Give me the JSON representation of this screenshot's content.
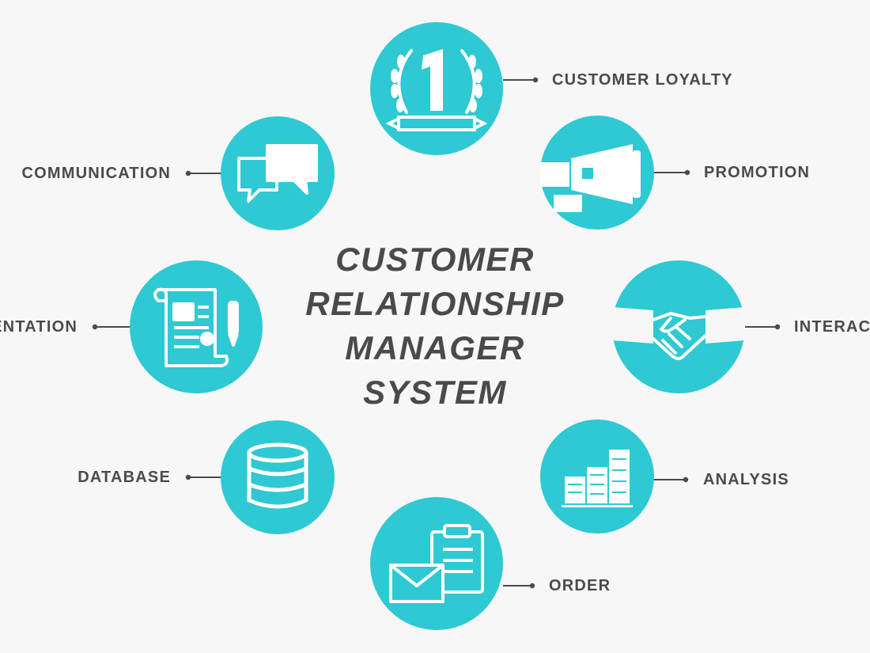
{
  "title": {
    "lines": [
      "CUSTOMER",
      "RELATIONSHIP",
      "MANAGER",
      "SYSTEM"
    ]
  },
  "accent_color": "#2ec9d2",
  "connector_color": "#4a4a4a",
  "nodes": [
    {
      "label": "CUSTOMER LOYALTY",
      "icon": "laurel-number-one-icon"
    },
    {
      "label": "PROMOTION",
      "icon": "megaphone-icon"
    },
    {
      "label": "INTERACTION",
      "icon": "handshake-icon"
    },
    {
      "label": "ANALYSIS",
      "icon": "bar-chart-icon"
    },
    {
      "label": "ORDER",
      "icon": "envelope-clipboard-icon"
    },
    {
      "label": "DATABASE",
      "icon": "database-icon"
    },
    {
      "label": "DOCUMENTATION",
      "icon": "document-pen-icon"
    },
    {
      "label": "COMMUNICATION",
      "icon": "speech-bubbles-icon"
    }
  ]
}
